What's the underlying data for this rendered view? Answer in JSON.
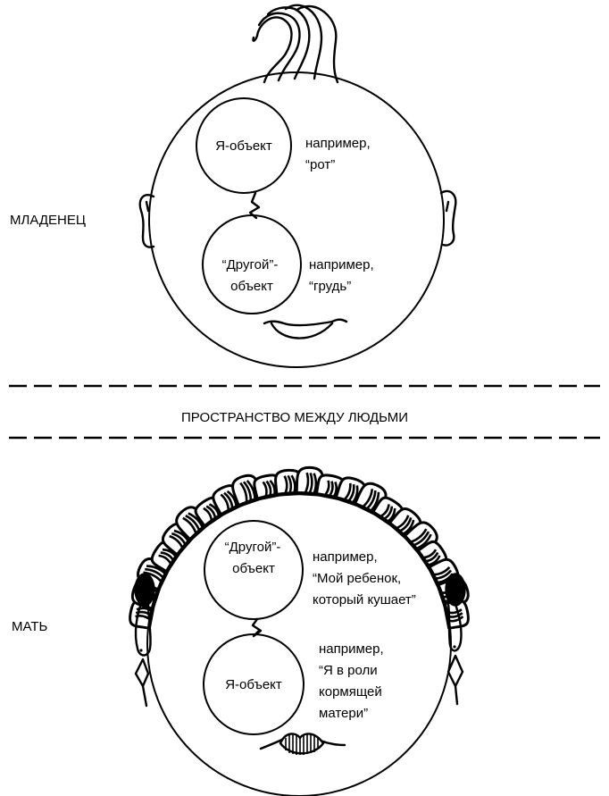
{
  "diagram": {
    "title": "Object relations: infant and mother",
    "divider": {
      "label": "ПРОСТРАНСТВО МЕЖДУ ЛЮДЬМИ"
    },
    "infant": {
      "side_label": "МЛАДЕНЕЦ",
      "top_circle": {
        "label_lines": [
          "Я-объект"
        ],
        "example_lines": [
          "например,",
          "“рот”"
        ]
      },
      "bottom_circle": {
        "label_lines": [
          "“Другой”-",
          "объект"
        ],
        "example_lines": [
          "например,",
          "“грудь”"
        ]
      }
    },
    "mother": {
      "side_label": "МАТЬ",
      "top_circle": {
        "label_lines": [
          "“Другой”-",
          "объект"
        ],
        "example_lines": [
          "например,",
          "“Мой ребенок,",
          "который кушает”"
        ]
      },
      "bottom_circle": {
        "label_lines": [
          "Я-объект"
        ],
        "example_lines": [
          "например,",
          "“Я в роли",
          "кормящей",
          "матери”"
        ]
      }
    },
    "colors": {
      "ink": "#000000",
      "paper": "#ffffff"
    }
  }
}
